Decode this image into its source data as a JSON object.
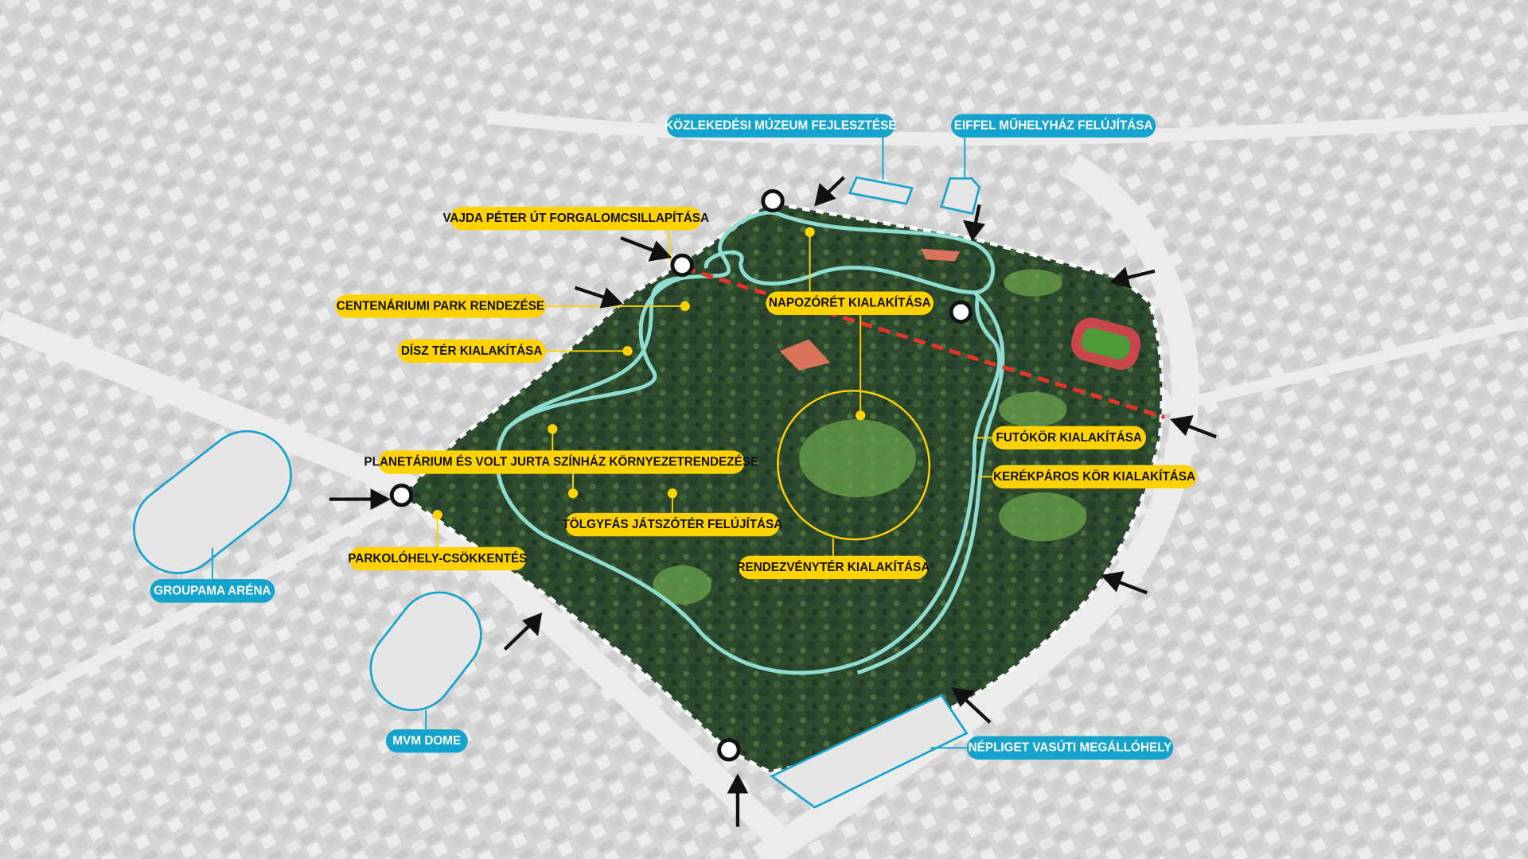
{
  "colors": {
    "yellow": "#ffd200",
    "blue": "#14a3cc",
    "teal": "#8fdcd0",
    "red": "#e8352a",
    "park": "#2f4a2c",
    "background": "#d9d9d9"
  },
  "yellow_labels": [
    {
      "text": "VAJDA PÉTER ÚT FORGALOMCSILLAPÍTÁSA"
    },
    {
      "text": "CENTENÁRIUMI PARK RENDEZÉSE"
    },
    {
      "text": "DÍSZ TÉR KIALAKÍTÁSA"
    },
    {
      "text": "NAPOZÓRÉT KIALAKÍTÁSA"
    },
    {
      "text": "PLANETÁRIUM ÉS VOLT JURTA SZÍNHÁZ KÖRNYEZETRENDEZÉSE"
    },
    {
      "text": "TÖLGYFÁS JÁTSZÓTÉR FELÚJÍTÁSA"
    },
    {
      "text": "PARKOLÓHELY-CSÖKKENTÉS"
    },
    {
      "text": "RENDEZVÉNYTÉR KIALAKÍTÁSA"
    },
    {
      "text": "FUTÓKÖR KIALAKÍTÁSA"
    },
    {
      "text": "KERÉKPÁROS KÖR KIALAKÍTÁSA"
    }
  ],
  "blue_labels": [
    {
      "text": "KÖZLEKEDÉSI MÚZEUM FEJLESZTÉSE"
    },
    {
      "text": "EIFFEL MŰHELYHÁZ FELÚJÍTÁSA"
    },
    {
      "text": "GROUPAMA ARÉNA"
    },
    {
      "text": "MVM DOME"
    },
    {
      "text": "NÉPLIGET VASÚTI MEGÁLLÓHELY"
    }
  ],
  "icons": {
    "entrance": "entrance-circle-icon",
    "access": "arrow-icon"
  }
}
